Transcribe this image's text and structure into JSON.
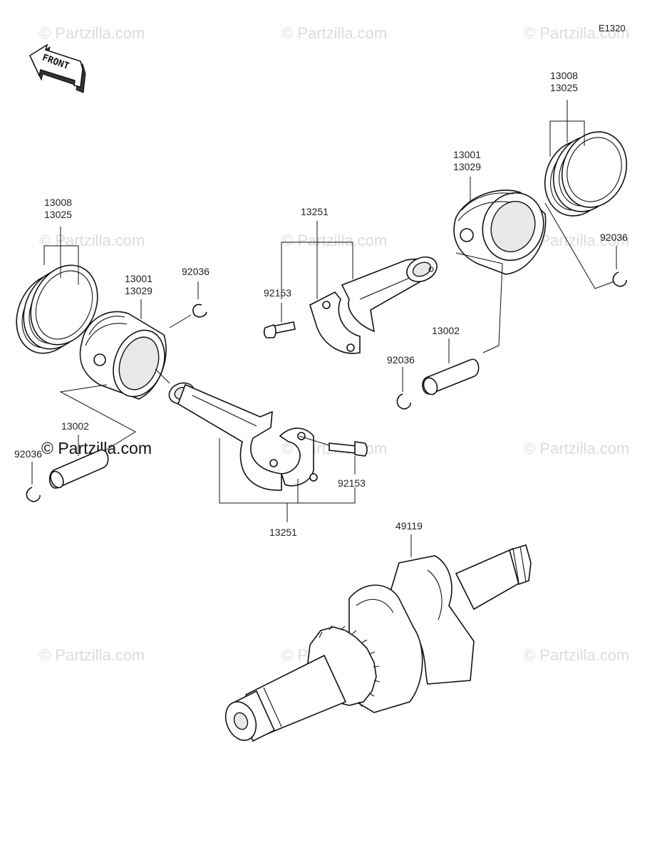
{
  "diagram_code": "E1320",
  "front_arrow_label": "FRONT",
  "watermark_text": "© Partzilla.com",
  "watermark_featured": "© Partzilla.com",
  "parts": {
    "rings_left": [
      "13008",
      "13025"
    ],
    "piston_left": [
      "13001",
      "13029"
    ],
    "circlip_left_upper": "92036",
    "pin_left": "13002",
    "circlip_left_lower": "92036",
    "rod_lower": "13251",
    "bolt_lower": "92153",
    "rod_upper": "13251",
    "bolt_upper": "92153",
    "piston_right": [
      "13001",
      "13029"
    ],
    "rings_right": [
      "13008",
      "13025"
    ],
    "circlip_right_upper": "92036",
    "pin_right": "13002",
    "circlip_right_lower": "92036",
    "crankshaft": "49119"
  }
}
